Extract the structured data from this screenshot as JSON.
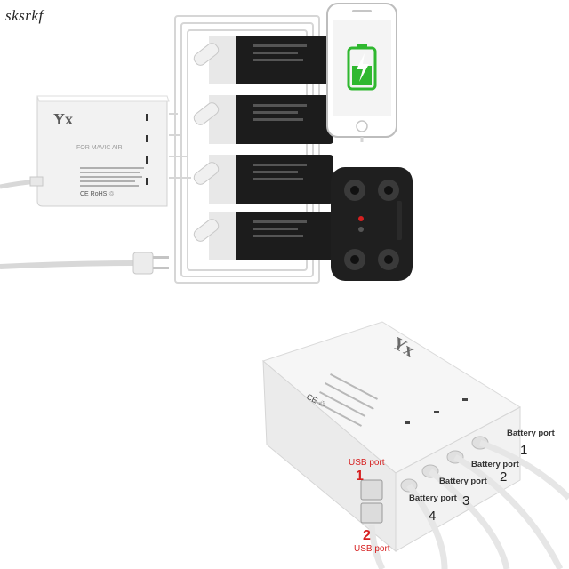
{
  "watermark": "sksrkf",
  "hub_top": {
    "brand": "Yx",
    "model_text": "FOR MAVIC AIR"
  },
  "labels": {
    "battery_port_1": "Battery port",
    "num_1": "1",
    "battery_port_2": "Battery port",
    "num_2": "2",
    "battery_port_3": "Battery port",
    "num_3": "3",
    "battery_port_4": "Battery port",
    "num_4": "4",
    "usb_port_1": "USB port",
    "usb_num_1": "1",
    "usb_port_2": "USB port",
    "usb_num_2": "2"
  },
  "colors": {
    "accent_red": "#d62020",
    "battery_body": "#1c1c1c",
    "charge_green": "#2fb82f"
  }
}
